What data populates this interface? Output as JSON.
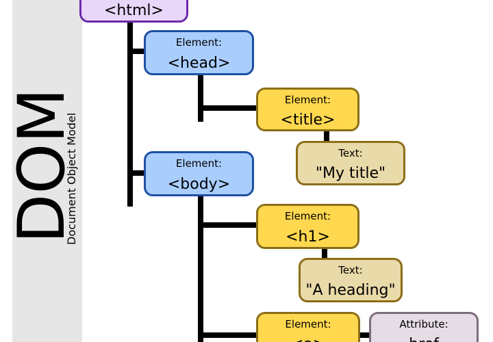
{
  "title": {
    "main": "DOM",
    "subtitle": "Document Object Model"
  },
  "nodes": {
    "html": {
      "tag": "<html>"
    },
    "head": {
      "kind": "Element:",
      "tag": "<head>"
    },
    "title_el": {
      "kind": "Element:",
      "tag": "<title>"
    },
    "title_text": {
      "kind": "Text:",
      "tag": "\"My title\""
    },
    "body": {
      "kind": "Element:",
      "tag": "<body>"
    },
    "h1": {
      "kind": "Element:",
      "tag": "<h1>"
    },
    "h1_text": {
      "kind": "Text:",
      "tag": "\"A heading\""
    },
    "a": {
      "kind": "Element:",
      "tag": "<a>"
    },
    "a_attr": {
      "kind": "Attribute:",
      "tag": "href"
    }
  },
  "colors": {
    "html_fill": "#e8d7f9",
    "element_blue_fill": "#a9cdfd",
    "element_yellow_fill": "#ffd84f",
    "text_fill": "#e9daa9",
    "attribute_fill": "#e6dce6",
    "connector": "#000000",
    "side_band": "#e6e6e6"
  }
}
